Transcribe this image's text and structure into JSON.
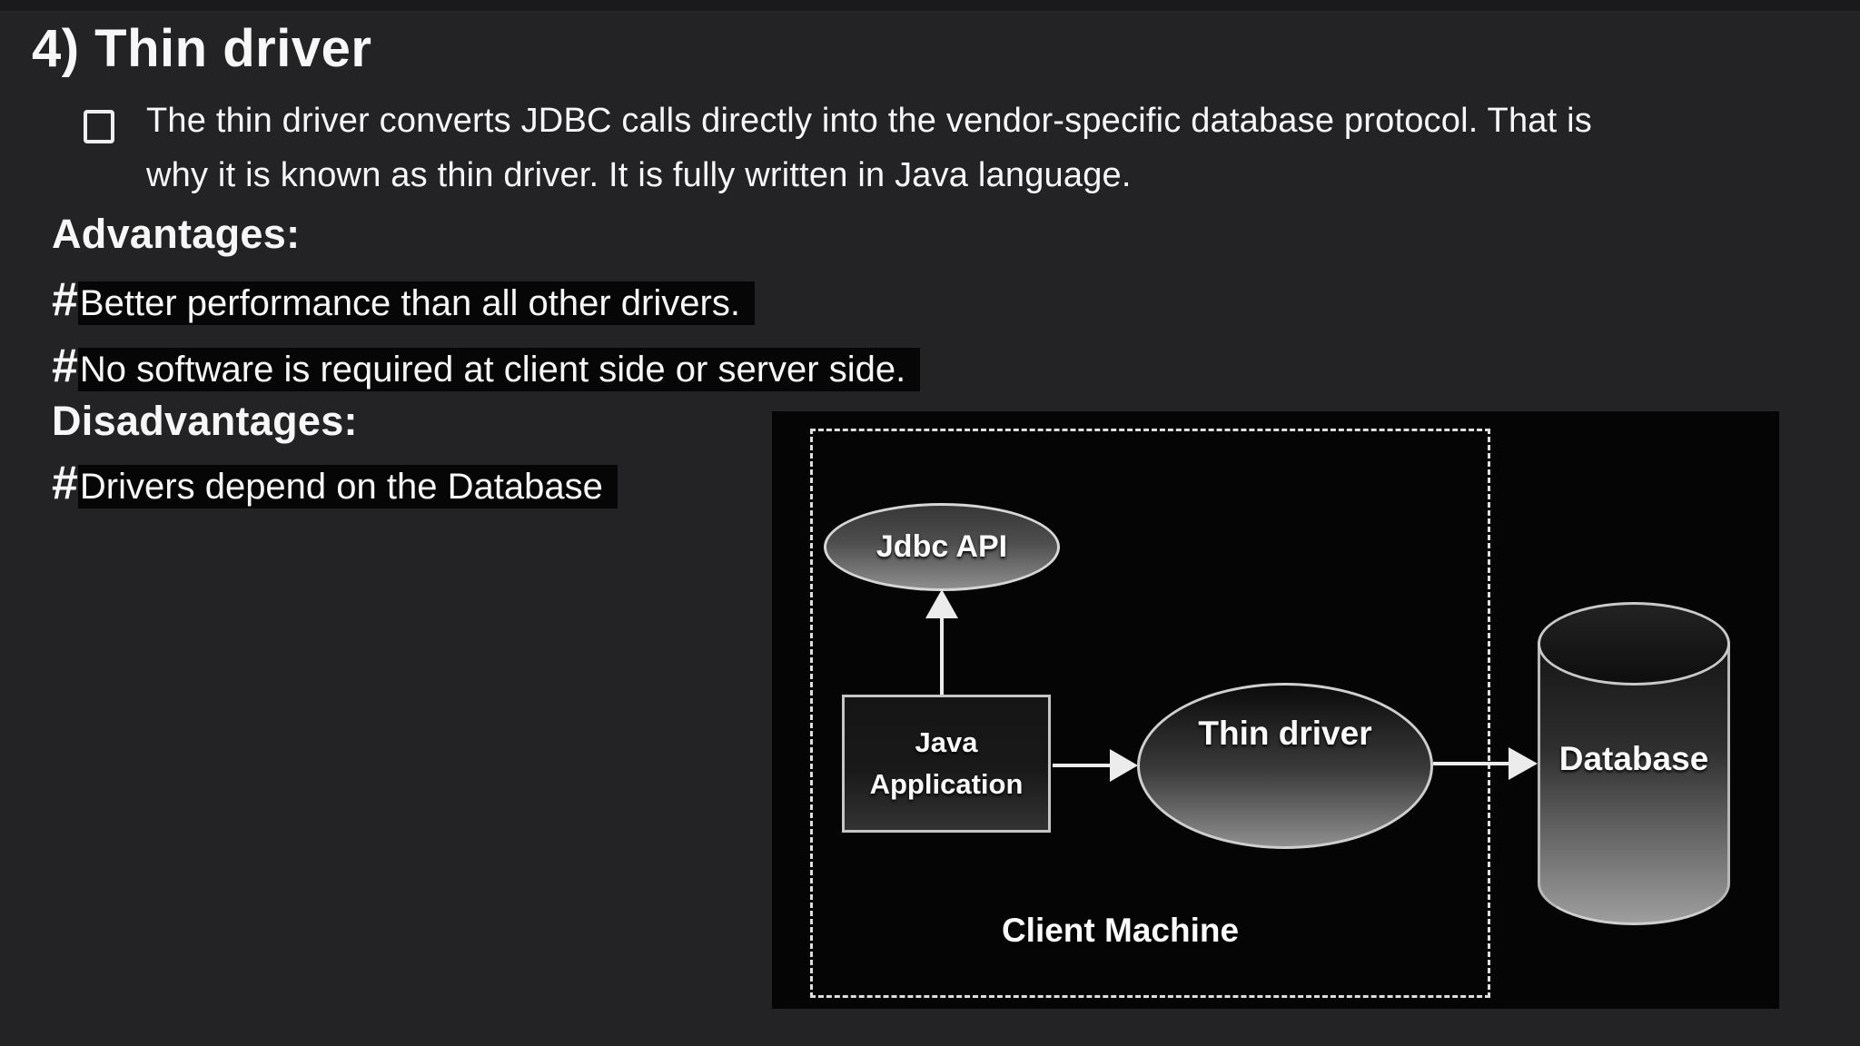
{
  "slide": {
    "title": "4) Thin driver",
    "bullet": {
      "lines": [
        "The thin driver converts JDBC calls directly into the vendor-specific database protocol. That is",
        "why it is known as thin driver. It is fully written in Java language."
      ]
    },
    "advantages_heading": "Advantages:",
    "advantages": [
      {
        "marker": "#",
        "text": "Better performance than all other drivers."
      },
      {
        "marker": "#",
        "text": "No software is required at client side or server side."
      }
    ],
    "disadvantages_heading": "Disadvantages:",
    "disadvantages": [
      {
        "marker": "#",
        "text": "Drivers depend on the Database"
      }
    ]
  },
  "diagram": {
    "nodes": {
      "jdbc_api": "Jdbc API",
      "java_application": "Java Application",
      "thin_driver": "Thin driver",
      "database": "Database"
    },
    "boundary_label": "Client Machine",
    "colors": {
      "slide_background": "#232325",
      "highlight_background": "#060606",
      "panel_background": "#050505",
      "text": "#f7f7f7",
      "shape_border": "#d0d0d0",
      "arrow": "#ececec",
      "dashed_border": "#dedede"
    }
  }
}
